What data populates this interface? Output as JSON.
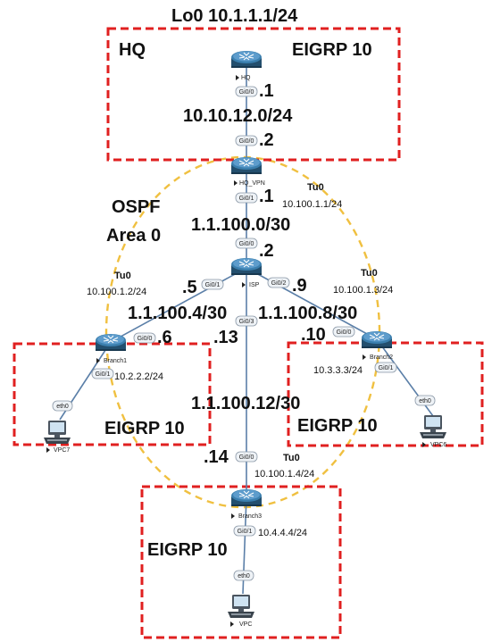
{
  "labels": {
    "lo0": "Lo0 10.1.1.1/24",
    "hq_area": "HQ",
    "eigrp_hq": "EIGRP 10",
    "hq_dot1": ".1",
    "net_10_10_12": "10.10.12.0/24",
    "hqvpn_dot2": ".2",
    "hqvpn_dot1": ".1",
    "tu0_hq": "Tu0",
    "tu0_hq_ip": "10.100.1.1/24",
    "ospf": "OSPF",
    "area0": "Area 0",
    "net_1_1_100_0": "1.1.100.0/30",
    "isp_dot2": ".2",
    "tu0_b1": "Tu0",
    "tu0_b1_ip": "10.100.1.2/24",
    "isp_dot5": ".5",
    "isp_dot9": ".9",
    "tu0_b2": "Tu0",
    "tu0_b2_ip": "10.100.1.3/24",
    "net_1_1_100_4": "1.1.100.4/30",
    "b1_dot6": ".6",
    "isp_dot13": ".13",
    "net_1_1_100_8": "1.1.100.8/30",
    "b2_dot10": ".10",
    "b1_lan": "10.2.2.2/24",
    "b2_lan": "10.3.3.3/24",
    "net_1_1_100_12": "1.1.100.12/30",
    "eigrp_b1": "EIGRP 10",
    "eigrp_b2": "EIGRP 10",
    "b3_dot14": ".14",
    "tu0_b3": "Tu0",
    "tu0_b3_ip": "10.100.1.4/24",
    "b3_lan": "10.4.4.4/24",
    "eigrp_b3": "EIGRP 10"
  },
  "devices": {
    "hq": "HQ",
    "hq_vpn": "HQ_VPN",
    "isp": "ISP",
    "branch1": "Branch1",
    "branch2": "Branch2",
    "branch3": "Branch3",
    "vpc7": "VPC7",
    "vpc6": "VPC6",
    "vpc": "VPC"
  },
  "ports": {
    "hq_g00": "Gi0/0",
    "hqvpn_g00": "Gi0/0",
    "hqvpn_g01": "Gi0/1",
    "isp_g00": "Gi0/0",
    "isp_g01": "Gi0/1",
    "isp_g02": "Gi0/2",
    "isp_g03": "Gi0/3",
    "b1_g00": "Gi0/0",
    "b1_g01": "Gi0/1",
    "b2_g00": "Gi0/0",
    "b2_g01": "Gi0/1",
    "b3_g00": "Gi0/0",
    "b3_g01": "Gi0/1",
    "vpc7_eth0": "eth0",
    "vpc6_eth0": "eth0",
    "vpc_eth0": "eth0"
  },
  "colors": {
    "zone_border": "#e02020",
    "ospf_ring": "#f5c542",
    "link": "#5b7fa8",
    "router_body": "#2f6d95",
    "router_top": "#7fb4d6"
  }
}
